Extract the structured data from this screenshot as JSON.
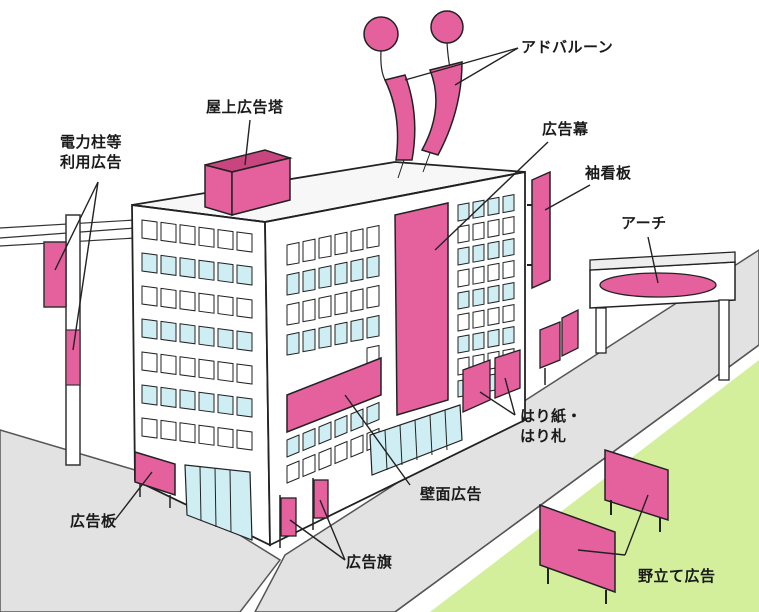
{
  "diagram": {
    "labels": {
      "ad_balloon": "アドバルーン",
      "rooftop_tower": "屋上広告塔",
      "utility_pole_line1": "電力柱等",
      "utility_pole_line2": "利用広告",
      "ad_curtain": "広告幕",
      "projecting_sign": "袖看板",
      "arch": "アーチ",
      "posters_line1": "はり紙・",
      "posters_line2": "はり札",
      "wall_ad": "壁面広告",
      "billboard": "広告板",
      "ad_flag": "広告旗",
      "standing_sign": "野立て広告"
    },
    "colors": {
      "sign": "#e4619e",
      "sign_dark": "#c9457f",
      "outline": "#222222",
      "road": "#e2e2e2",
      "grass": "#d3ef9b",
      "window": "#cfeef3",
      "building": "#ffffff",
      "building_side": "#f4f4f4"
    }
  }
}
